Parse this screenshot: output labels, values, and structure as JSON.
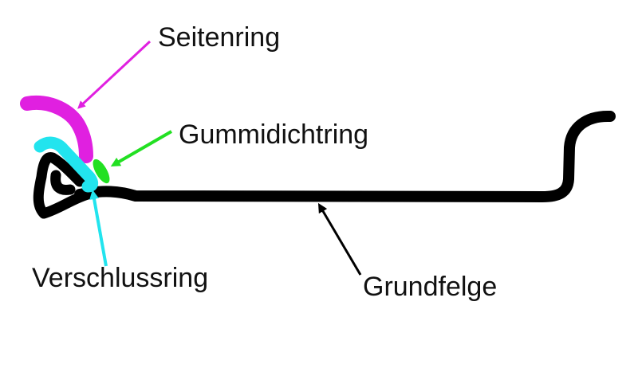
{
  "diagram": {
    "labels": {
      "seitenring": "Seitenring",
      "gummidichtring": "Gummidichtring",
      "verschlussring": "Verschlussring",
      "grundfelge": "Grundfelge"
    },
    "colors": {
      "seitenring": "#e020e0",
      "gummidichtring": "#22e022",
      "verschlussring": "#22e4ee",
      "grundfelge": "#000000",
      "text": "#111111",
      "background": "#ffffff"
    }
  }
}
